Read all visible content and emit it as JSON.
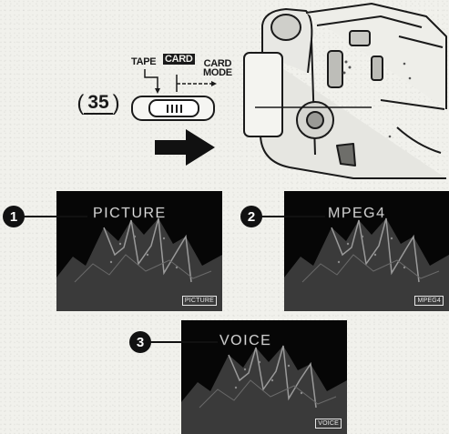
{
  "mode_switch": {
    "page_ref": "35",
    "positions": [
      "TAPE",
      "CARD",
      "CARD MODE"
    ],
    "card_mode_line1": "CARD",
    "card_mode_line2": "MODE"
  },
  "screens": [
    {
      "number": "1",
      "title": "PICTURE",
      "badge": "PICTURE"
    },
    {
      "number": "2",
      "title": "MPEG4",
      "badge": "MPEG4"
    },
    {
      "number": "3",
      "title": "VOICE",
      "badge": "VOICE"
    }
  ],
  "colors": {
    "ink": "#1a1a1a",
    "screen_bg": "#060606",
    "paper": "#f1f1ec"
  }
}
